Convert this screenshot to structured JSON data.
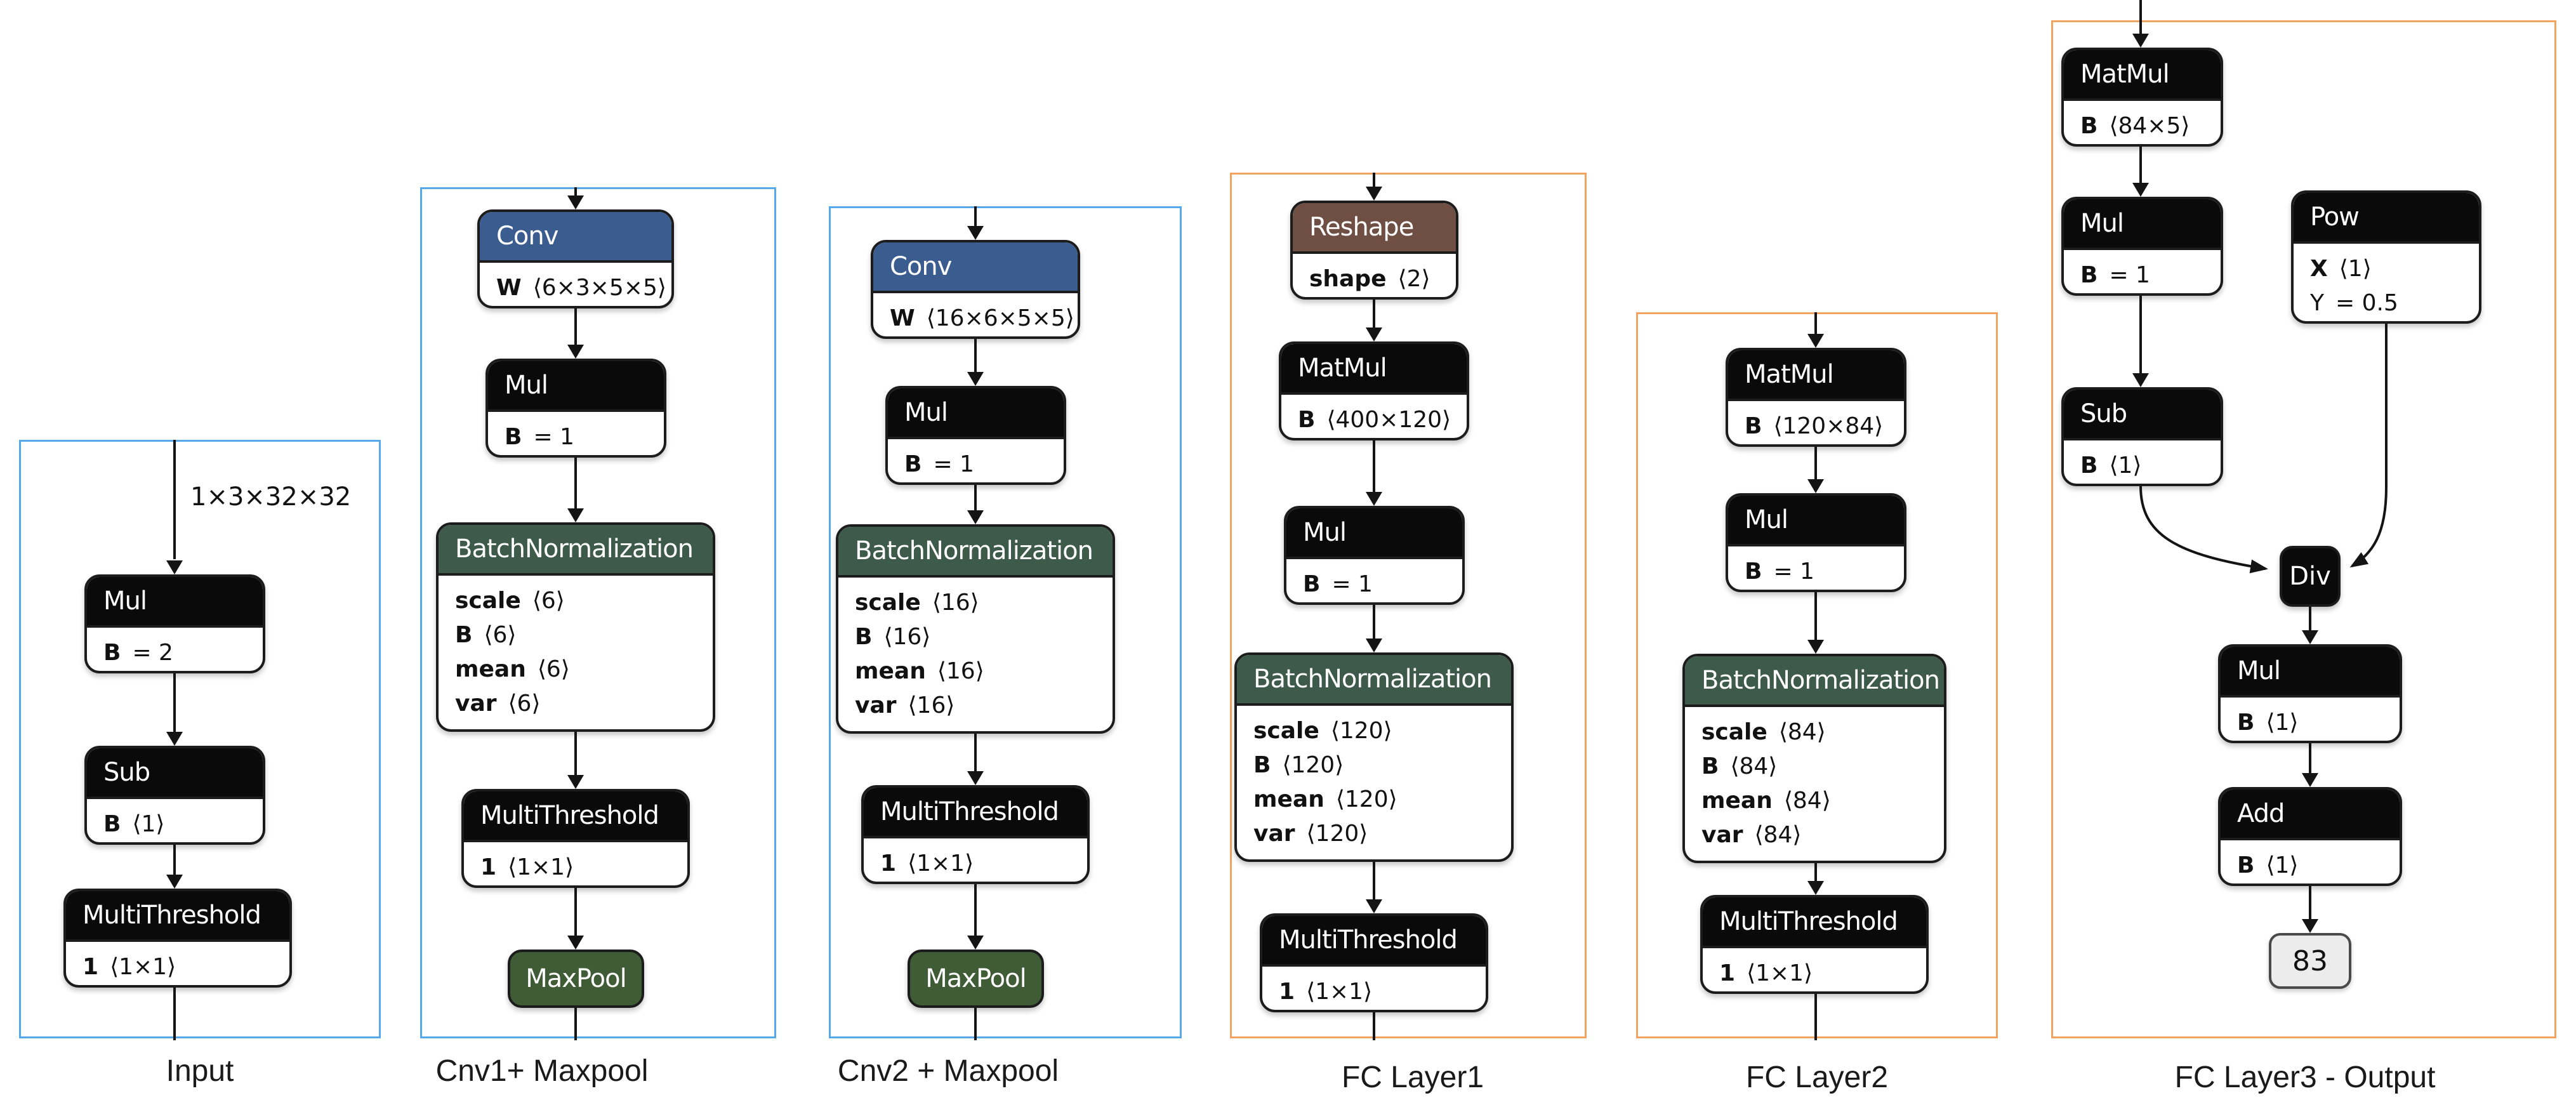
{
  "columns": [
    {
      "label": "Input",
      "shape_label": "1×3×32×32",
      "nodes": [
        {
          "title": "Mul",
          "params": [
            {
              "name": "B",
              "value": "= 2"
            }
          ]
        },
        {
          "title": "Sub",
          "params": [
            {
              "name": "B",
              "value": "⟨1⟩"
            }
          ]
        },
        {
          "title": "MultiThreshold",
          "params": [
            {
              "name": "1",
              "value": "⟨1×1⟩"
            }
          ]
        }
      ]
    },
    {
      "label": "Cnv1+ Maxpool",
      "nodes": [
        {
          "title": "Conv",
          "params": [
            {
              "name": "W",
              "value": "⟨6×3×5×5⟩"
            }
          ]
        },
        {
          "title": "Mul",
          "params": [
            {
              "name": "B",
              "value": "= 1"
            }
          ]
        },
        {
          "title": "BatchNormalization",
          "params": [
            {
              "name": "scale",
              "value": "⟨6⟩"
            },
            {
              "name": "B",
              "value": "⟨6⟩"
            },
            {
              "name": "mean",
              "value": "⟨6⟩"
            },
            {
              "name": "var",
              "value": "⟨6⟩"
            }
          ]
        },
        {
          "title": "MultiThreshold",
          "params": [
            {
              "name": "1",
              "value": "⟨1×1⟩"
            }
          ]
        },
        {
          "title": "MaxPool"
        }
      ]
    },
    {
      "label": "Cnv2 + Maxpool",
      "nodes": [
        {
          "title": "Conv",
          "params": [
            {
              "name": "W",
              "value": "⟨16×6×5×5⟩"
            }
          ]
        },
        {
          "title": "Mul",
          "params": [
            {
              "name": "B",
              "value": "= 1"
            }
          ]
        },
        {
          "title": "BatchNormalization",
          "params": [
            {
              "name": "scale",
              "value": "⟨16⟩"
            },
            {
              "name": "B",
              "value": "⟨16⟩"
            },
            {
              "name": "mean",
              "value": "⟨16⟩"
            },
            {
              "name": "var",
              "value": "⟨16⟩"
            }
          ]
        },
        {
          "title": "MultiThreshold",
          "params": [
            {
              "name": "1",
              "value": "⟨1×1⟩"
            }
          ]
        },
        {
          "title": "MaxPool"
        }
      ]
    },
    {
      "label": "FC Layer1",
      "nodes": [
        {
          "title": "Reshape",
          "params": [
            {
              "name": "shape",
              "value": "⟨2⟩"
            }
          ]
        },
        {
          "title": "MatMul",
          "params": [
            {
              "name": "B",
              "value": "⟨400×120⟩"
            }
          ]
        },
        {
          "title": "Mul",
          "params": [
            {
              "name": "B",
              "value": "= 1"
            }
          ]
        },
        {
          "title": "BatchNormalization",
          "params": [
            {
              "name": "scale",
              "value": "⟨120⟩"
            },
            {
              "name": "B",
              "value": "⟨120⟩"
            },
            {
              "name": "mean",
              "value": "⟨120⟩"
            },
            {
              "name": "var",
              "value": "⟨120⟩"
            }
          ]
        },
        {
          "title": "MultiThreshold",
          "params": [
            {
              "name": "1",
              "value": "⟨1×1⟩"
            }
          ]
        }
      ]
    },
    {
      "label": "FC Layer2",
      "nodes": [
        {
          "title": "MatMul",
          "params": [
            {
              "name": "B",
              "value": "⟨120×84⟩"
            }
          ]
        },
        {
          "title": "Mul",
          "params": [
            {
              "name": "B",
              "value": "= 1"
            }
          ]
        },
        {
          "title": "BatchNormalization",
          "params": [
            {
              "name": "scale",
              "value": "⟨84⟩"
            },
            {
              "name": "B",
              "value": "⟨84⟩"
            },
            {
              "name": "mean",
              "value": "⟨84⟩"
            },
            {
              "name": "var",
              "value": "⟨84⟩"
            }
          ]
        },
        {
          "title": "MultiThreshold",
          "params": [
            {
              "name": "1",
              "value": "⟨1×1⟩"
            }
          ]
        }
      ]
    },
    {
      "label": "FC Layer3 - Output",
      "output_value": "83",
      "nodes": [
        {
          "title": "MatMul",
          "params": [
            {
              "name": "B",
              "value": "⟨84×5⟩"
            }
          ]
        },
        {
          "title": "Mul",
          "params": [
            {
              "name": "B",
              "value": "= 1"
            }
          ]
        },
        {
          "title": "Pow",
          "params": [
            {
              "name": "X",
              "value": "⟨1⟩"
            },
            {
              "name": "Y",
              "value": "= 0.5"
            }
          ]
        },
        {
          "title": "Sub",
          "params": [
            {
              "name": "B",
              "value": "⟨1⟩"
            }
          ]
        },
        {
          "title": "Div"
        },
        {
          "title": "Mul",
          "params": [
            {
              "name": "B",
              "value": "⟨1⟩"
            }
          ]
        },
        {
          "title": "Add",
          "params": [
            {
              "name": "B",
              "value": "⟨1⟩"
            }
          ]
        }
      ]
    }
  ],
  "colors": {
    "column_border_blue": "#55a9ea",
    "column_border_orange": "#f2a35f",
    "header_default": "#0a0a0a",
    "header_conv": "#3a5c8e",
    "header_batchnorm": "#3e5a4a",
    "header_reshape": "#6f4f44",
    "maxpool_fill": "#3f5c36",
    "output_fill": "#ececec"
  }
}
